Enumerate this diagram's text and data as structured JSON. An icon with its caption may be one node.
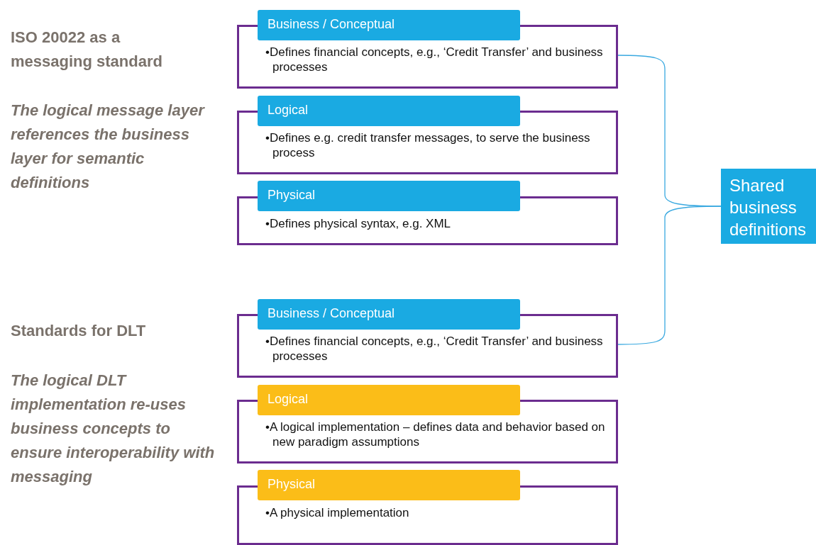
{
  "diagram": {
    "nodes": [
      {
        "text": [
          "Business / Conceptual",
          "•Defines financial concepts, e.g., ‘Credit Transfer’ and business processes"
        ]
      },
      {
        "text": [
          "Logical",
          "•Defines e.g. credit transfer messages, to serve the business process"
        ]
      },
      {
        "text": [
          "Physical",
          "•Defines physical syntax,  e.g. XML"
        ]
      },
      {
        "text": [
          "Business / Conceptual",
          "•Defines financial concepts, e.g., ‘Credit Transfer’ and business processes"
        ]
      },
      {
        "text": [
          "Logical",
          "•A logical implementation  – defines data and behavior based on new paradigm assumptions"
        ]
      },
      {
        "text": [
          "Physical",
          "•A physical implementation"
        ]
      },
      {
        "text": [
          "Shared business definitions"
        ]
      }
    ],
    "edges": [
      {
        "from": 0,
        "to": 6,
        "arrow": "none"
      },
      {
        "from": 3,
        "to": 6,
        "arrow": "none"
      }
    ],
    "labels": [
      "ISO 20022 as a messaging standard",
      "The logical message layer references the business layer for semantic definitions",
      "Standards for DLT",
      "The logical DLT implementation re-uses business concepts to ensure interoperability with messaging"
    ]
  }
}
